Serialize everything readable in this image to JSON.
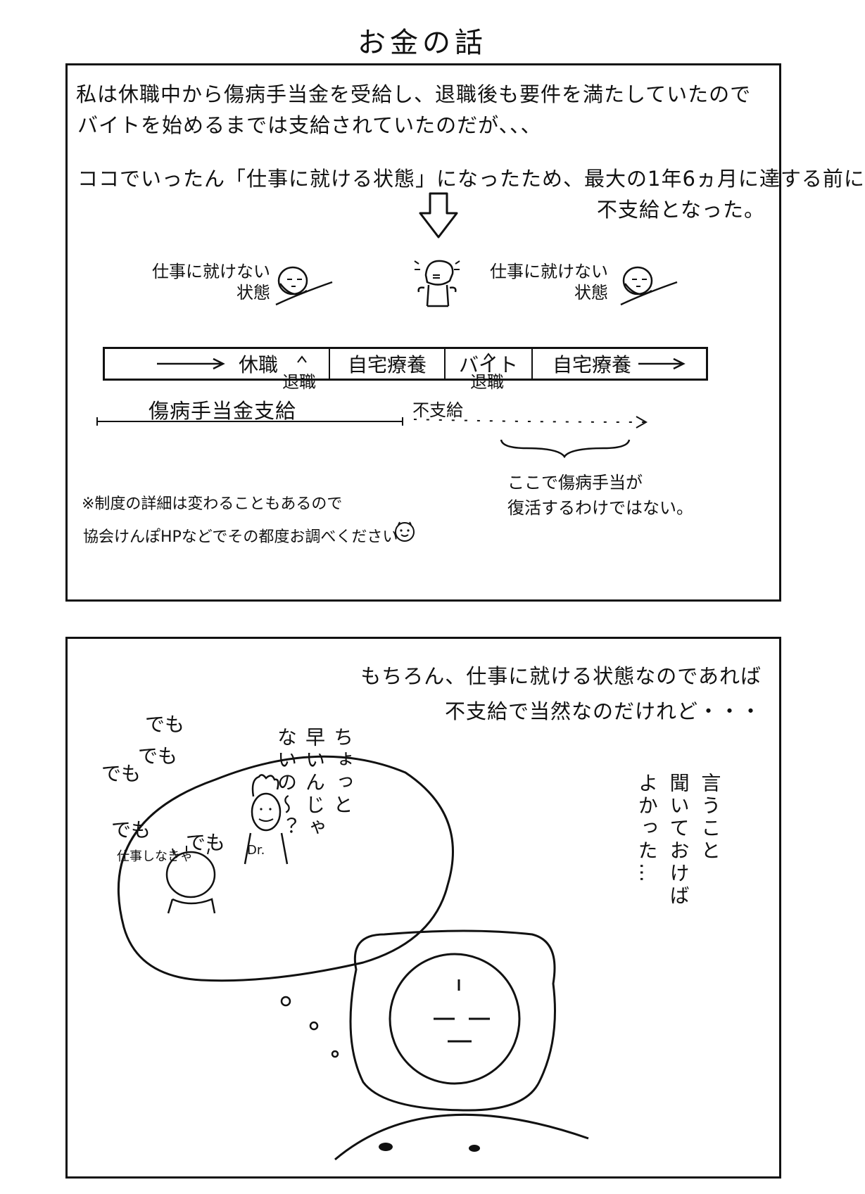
{
  "title": "お金の話",
  "panel1": {
    "intro_line1": "私は休職中から傷病手当金を受給し、退職後も要件を満たしていたので",
    "intro_line2": "バイトを始めるまでは支給されていたのだが、、、",
    "intro_line3": "ココでいったん「仕事に就ける状態」になったため、最大の1年6ヵ月に達する前に",
    "intro_line4": "不支給となった。",
    "unable_state_left": "仕事に就けない\n状態",
    "unable_state_right": "仕事に就けない\n状態",
    "timeline": {
      "seg1": "休職",
      "seg2": "自宅療養",
      "seg3": "バイト",
      "seg4": "自宅療養"
    },
    "retire1": "退職",
    "retire2": "退職",
    "benefit_paid": "傷病手当金支給",
    "not_paid": "不支給",
    "no_revival": "ここで傷病手当が\n復活するわけではない。",
    "footnote_line1": "※制度の詳細は変わることもあるので",
    "footnote_line2": "協会けんぽHPなどでその都度お調べください"
  },
  "panel2": {
    "narration_line1": "もちろん、仕事に就ける状態なのであれば",
    "narration_line2": "不支給で当然なのだけれど・・・",
    "doctor_speech": "ちょっと\n早いんじゃ\nないの〜？",
    "doctor_label": "Dr.",
    "demo1": "でも",
    "demo2": "でも",
    "demo3": "でも",
    "demo4": "でも",
    "demo5": "でも",
    "must_work": "仕事しなきゃ",
    "regret": "言うこと\n聞いておけば\nよかった…"
  }
}
